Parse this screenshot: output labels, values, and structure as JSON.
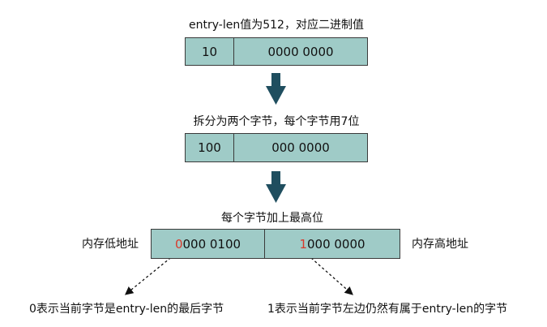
{
  "step1": {
    "title": "entry-len值为512，对应二进制值",
    "high": "10",
    "low": "0000 0000"
  },
  "step2": {
    "title": "拆分为两个字节，每个字节用7位",
    "high": "100",
    "low": "000 0000"
  },
  "step3": {
    "title": "每个字节加上最高位",
    "left_label": "内存低地址",
    "right_label": "内存高地址",
    "byte1_flag": "0",
    "byte1_rest": "000 0100",
    "byte2_flag": "1",
    "byte2_rest": "000 0000"
  },
  "notes": {
    "left": "0表示当前字节是entry-len的最后字节",
    "right": "1表示当前字节左边仍然有属于entry-len的字节"
  },
  "colors": {
    "box_fill": "#9fcbc7",
    "arrow": "#1f4e5f",
    "highlight": "#d9392b"
  }
}
